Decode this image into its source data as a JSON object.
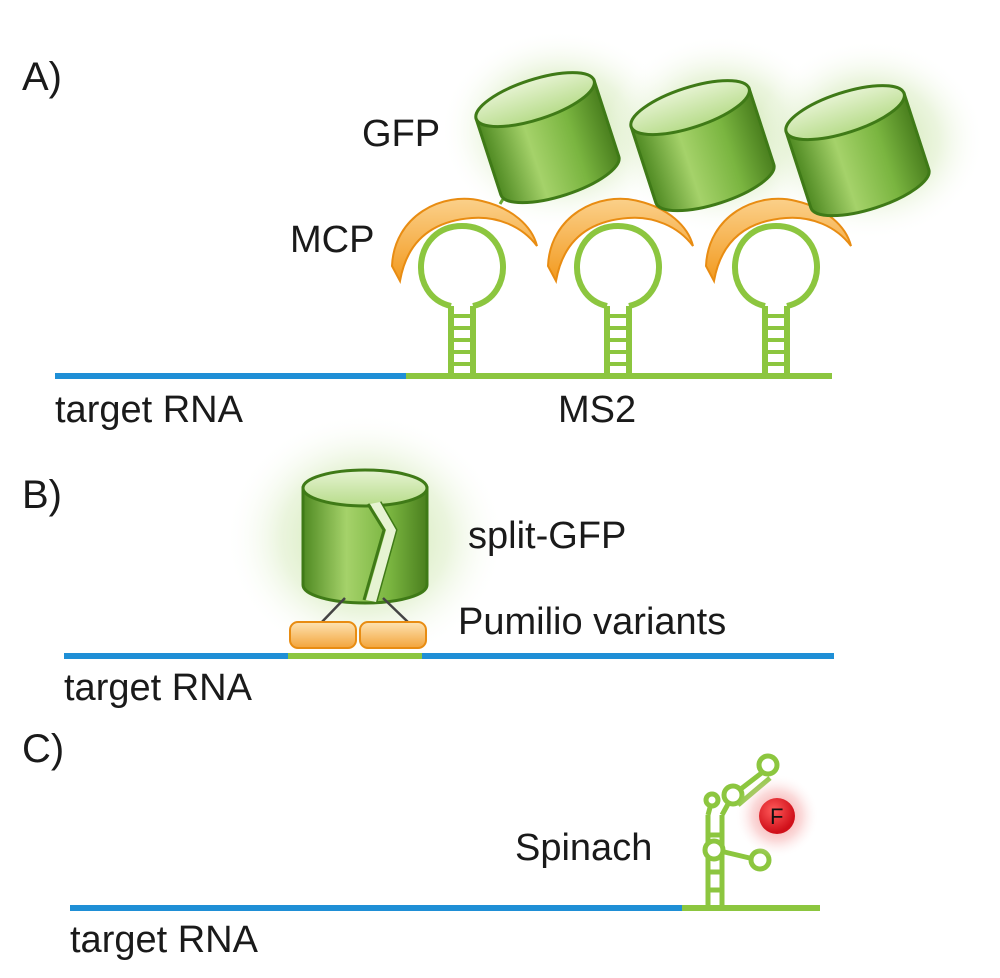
{
  "panels": [
    {
      "label": "A)",
      "rna_label": "target RNA",
      "tag_label": "MS2",
      "gfp_label": "GFP",
      "mcp_label": "MCP"
    },
    {
      "label": "B)",
      "rna_label": "target RNA",
      "gfp_label": "split-GFP",
      "pumilio_label": "Pumilio variants"
    },
    {
      "label": "C)",
      "rna_label": "target RNA",
      "aptamer_label": "Spinach",
      "fluorophore_label": "F"
    }
  ],
  "colors": {
    "rna": "#1f8fd6",
    "tag_rna": "#8cc63f",
    "gfp": "#6aa832",
    "gfp_glow": "#c9e3a8",
    "mcp": "#f29a1f",
    "fluorophore": "#e01b24",
    "text": "#1a1a1a"
  }
}
